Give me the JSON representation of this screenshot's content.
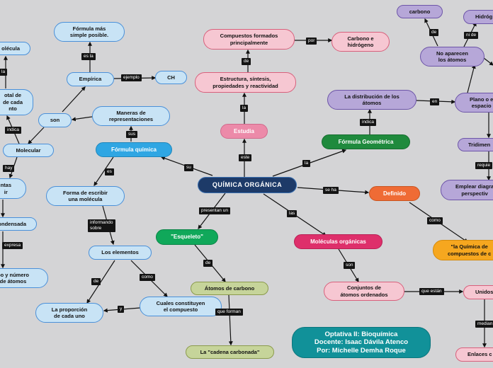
{
  "nodes": {
    "center": "QUÍMICA ORGÁNICA",
    "formula_quimica": "Fórmula química",
    "estudia": "Estudia",
    "formula_geometrica": "Fórmula Geométrica",
    "definido": "Definido",
    "moleculas_organicas": "Moléculas orgánicas",
    "esqueleto": "\"Esqueleto\"",
    "atomos_carbono": "Átomos de carbono",
    "cadena_carbonada": "La \"cadena carbonada\"",
    "conjuntos": "Conjuntos de\nátomos ordenados",
    "unidos": "Unidos",
    "enlaces": "Enlaces c",
    "quimica_compuestos": "\"la Química de\ncompuestos de c",
    "estructura": "Estructura, síntesis,\npropiedades y reactividad",
    "compuestos_formados": "Compuestos formados\nprincipalmente",
    "carbono_hidrogeno": "Carbono e\nhidrógeno",
    "distribucion": "La distribución de los\nátomos",
    "plano": "Plano o e\nespacio",
    "tridimen": "Tridimen",
    "emplear": "Emplear diagra\nperspectiv",
    "no_aparecen": "No aparecen\nlos átomos",
    "carbono": "carbono",
    "hidrog": "Hidróg",
    "maneras": "Maneras de\nrepresentaciones",
    "son_node": "son",
    "empirica": "Empírica",
    "ch": "CH",
    "mas_simple": "Fórmula más\nsimple posible.",
    "molecular": "Molecular",
    "total": "otal de\nde cada\nnto",
    "molecula_top": "olécula",
    "ntas": "ntas\nir",
    "condensada": "ondensada",
    "tipo_numero": "po y número\nde átomos",
    "forma_escribir": "Forma de escribir\nuna molécula",
    "los_elementos": "Los elementos",
    "proporcion": "La proporción\nde cada uno",
    "cuales": "Cuales constituyen\nel compuesto",
    "credits": "Optativa II: Bioquímica\nDocente: Isaac Dávila Atenco\nPor: Michelle Demha Roque"
  },
  "labels": {
    "su": "su",
    "este": "este",
    "la": "la",
    "se_ha": "se ha",
    "las": "las",
    "presentan_un": "presentan un",
    "de_esq": "de",
    "que_forman": "que forman",
    "son_mol": "son",
    "que_estan": "que están",
    "median": "median",
    "como_def": "como",
    "la_est": "la",
    "de_est": "de",
    "por": "por",
    "indica_geo": "indica",
    "en": "en",
    "requie": "requie",
    "ni_de": "ni de",
    "de_noap": "de",
    "sus": "sus",
    "es": "es",
    "informando_sobre": "informando\nsobre",
    "como_elem": "como",
    "de_elem": "de",
    "y": "y",
    "es_la": "es la",
    "ejemplo": "ejemplo",
    "indica_mol": "indica",
    "hay": "hay",
    "expresa": "expresa",
    "la_left": "la"
  }
}
